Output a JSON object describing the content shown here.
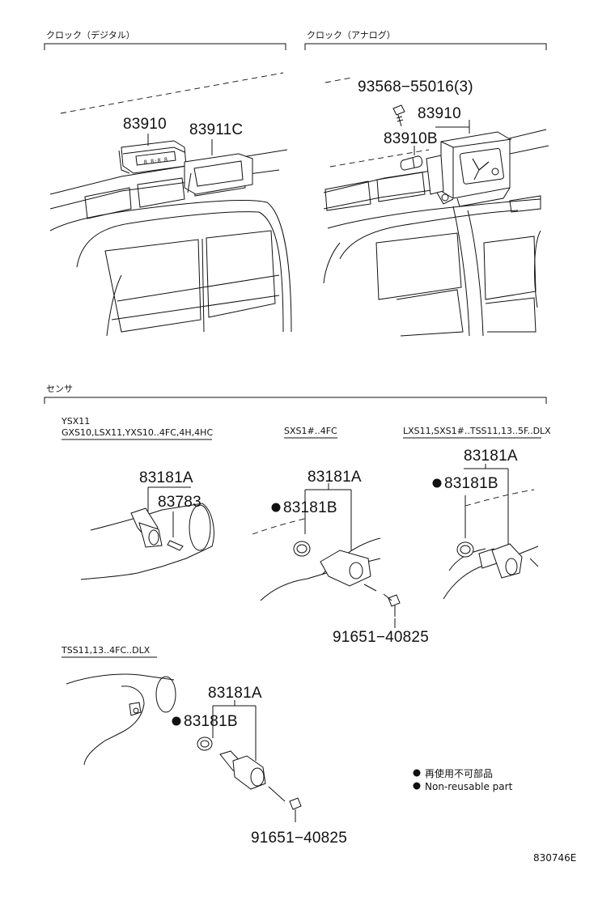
{
  "sections": {
    "clock_digital": "クロック（デジタル）",
    "clock_analog": "クロック（アナログ）",
    "sensor": "センサ"
  },
  "parts": {
    "p83910_digital": "83910",
    "p83911C": "83911C",
    "p93568": "93568−55016(3)",
    "p83910_analog": "83910",
    "p83910B": "83910B",
    "s1_83181A": "83181A",
    "s1_83783": "83783",
    "s2_83181A": "83181A",
    "s2_83181B": "83181B",
    "s2_91651": "91651−40825",
    "s3_83181A": "83181A",
    "s3_83181B": "83181B",
    "s4_83181A": "83181A",
    "s4_83181B": "83181B",
    "s4_91651": "91651−40825"
  },
  "applicability": {
    "ysx11": "YSX11",
    "gxs10": "GXS10,LSX11,YXS10..4FC,4H,4HC",
    "sxs1": "SXS1#..4FC",
    "lxs11": "LXS11,SXS1#..TSS11,13..5F..DLX",
    "tss11": "TSS11,13..4FC..DLX"
  },
  "legend": {
    "jp": "再使用不可部品",
    "en": "Non-reusable part"
  },
  "diagram_code": "830746E"
}
